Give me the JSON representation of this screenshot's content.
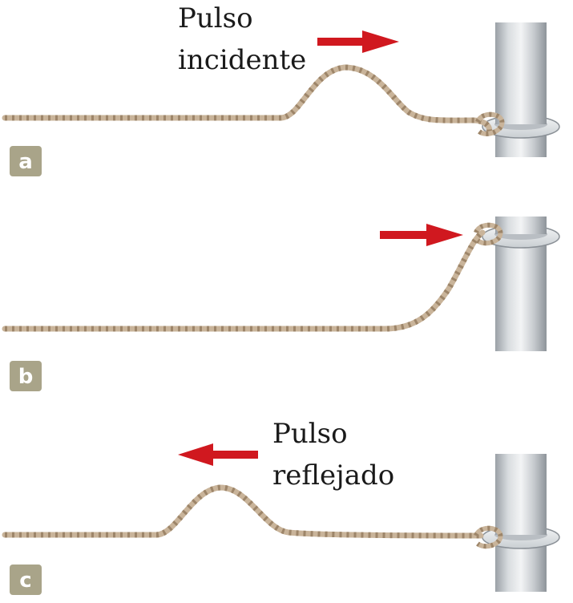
{
  "panels": [
    {
      "id": "a",
      "label": "a",
      "caption_lines": [
        "Pulso",
        "incidente"
      ],
      "arrow_direction": "right"
    },
    {
      "id": "b",
      "label": "b",
      "caption_lines": [],
      "arrow_direction": "right"
    },
    {
      "id": "c",
      "label": "c",
      "caption_lines": [
        "Pulso",
        "reflejado"
      ],
      "arrow_direction": "left"
    }
  ],
  "colors": {
    "rope": "#c9b49a",
    "rope_stripe": "#9d8569",
    "arrow": "#d0181f",
    "label_badge": "#a9a489",
    "label_text": "#ffffff",
    "pole_light": "#eef0f2",
    "pole_mid": "#c7cbcf",
    "pole_dark": "#9aa0a6",
    "ring": "#dde1e4",
    "ring_edge": "#8a9096"
  }
}
